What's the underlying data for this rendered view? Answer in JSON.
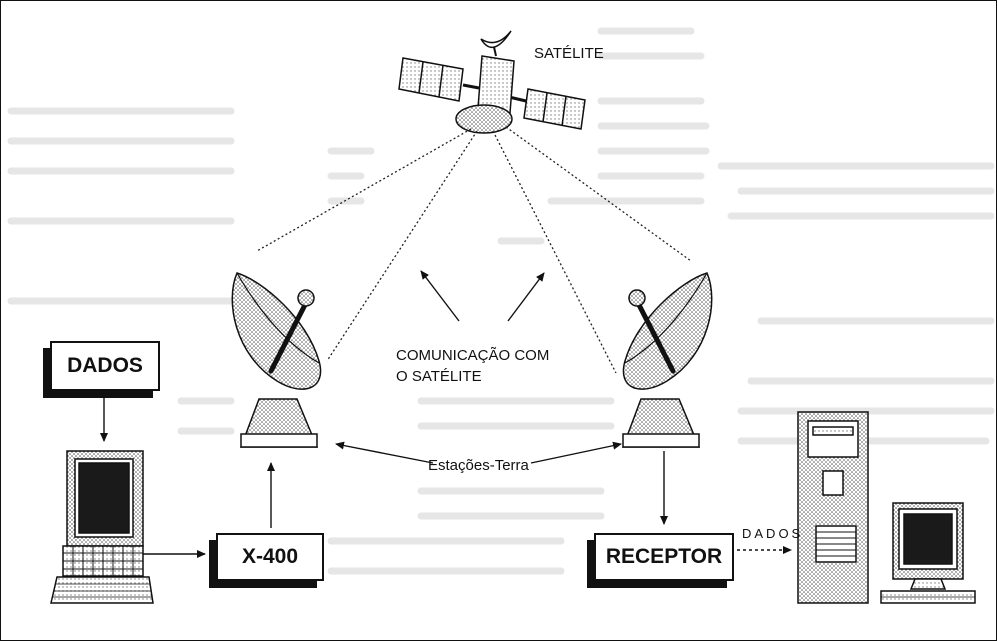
{
  "labels": {
    "satellite": "SATÉLITE",
    "communication_line1": "COMUNICAÇÃO COM",
    "communication_line2": "O SATÉLITE",
    "ground_stations": "Estações-Terra",
    "data_flow": "DADOS"
  },
  "boxes": {
    "data_source": "DADOS",
    "x400": "X-400",
    "receiver": "RECEPTOR"
  },
  "colors": {
    "ink": "#111111",
    "stipple": "#bdbdbd",
    "screen": "#1a1a1a",
    "background": "#ffffff"
  }
}
